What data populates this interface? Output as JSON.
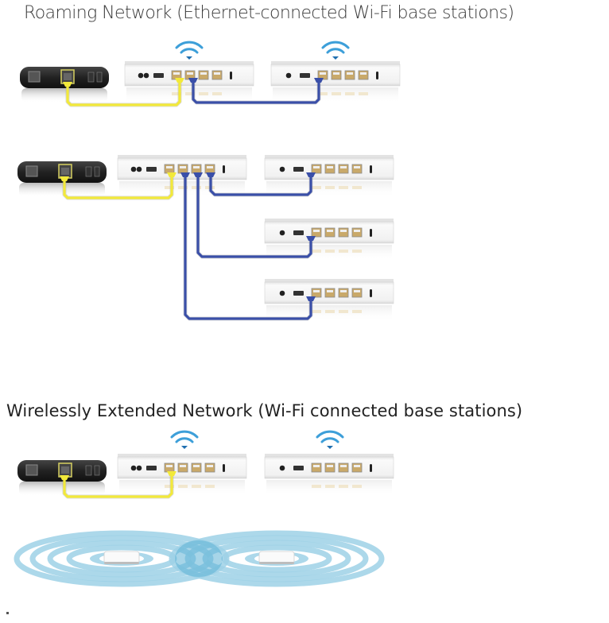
{
  "sections": [
    {
      "title": "Roaming Network (Ethernet-connected Wi-Fi base stations)",
      "diagrams": [
        {
          "name": "roaming-two-stations",
          "modem": true,
          "main_station_wifi": true,
          "remote_stations": 1,
          "link": "ethernet"
        },
        {
          "name": "roaming-four-stations",
          "modem": true,
          "main_station_wifi": false,
          "remote_stations": 3,
          "link": "ethernet"
        }
      ]
    },
    {
      "title": "Wirelessly Extended Network (Wi-Fi connected base stations)",
      "diagrams": [
        {
          "name": "extended-two-stations",
          "modem": true,
          "main_station_wifi": true,
          "remote_stations": 1,
          "link": "wifi"
        },
        {
          "name": "wifi-coverage-overlap",
          "coverage_rings_per_station": 4,
          "stations": 2
        }
      ]
    }
  ],
  "colors": {
    "modem_cable": "#f2e93a",
    "ethernet_cable": "#3a4fa8",
    "wifi_icon": "#3d9fd9",
    "coverage_ring": "#9dd1e6",
    "coverage_overlap": "#5fb3d6",
    "modem_body": "#2a2a2a",
    "station_body": "#f4f4f4",
    "port": "#c9a96a"
  },
  "footer_mark": "."
}
